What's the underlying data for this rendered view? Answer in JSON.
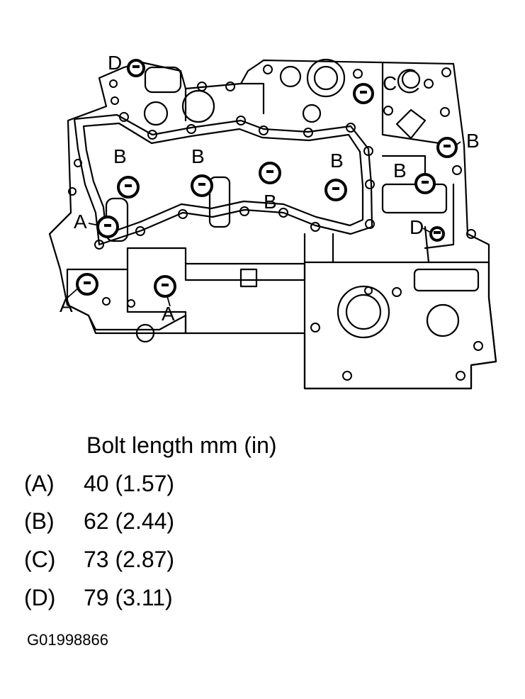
{
  "callouts": {
    "a1": "A",
    "a2": "A",
    "a3": "A",
    "b1": "B",
    "b2": "B",
    "b3": "B",
    "b4": "B",
    "b5": "B",
    "b6": "B",
    "c1": "C",
    "d1": "D",
    "d2": "D"
  },
  "legend": {
    "title": "Bolt length mm (in)",
    "rows": [
      {
        "key": "(A)",
        "value": "40 (1.57)"
      },
      {
        "key": "(B)",
        "value": "62 (2.44)"
      },
      {
        "key": "(C)",
        "value": "73 (2.87)"
      },
      {
        "key": "(D)",
        "value": "79 (3.11)"
      }
    ]
  },
  "figure_id": "G01998866",
  "colors": {
    "line": "#000000",
    "background": "#ffffff"
  }
}
